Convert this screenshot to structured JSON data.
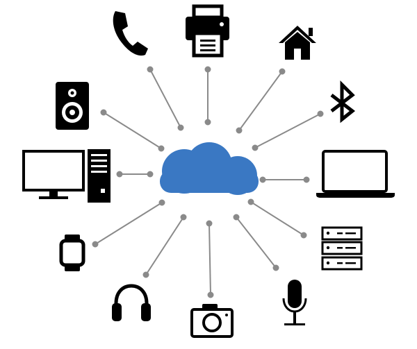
{
  "diagram": {
    "hub": {
      "icon": "cloud-icon",
      "color": "#3a78c3"
    },
    "connector_color": "#8a8a8a",
    "icon_color": "#000000",
    "devices": [
      {
        "name": "phone",
        "icon": "phone-icon"
      },
      {
        "name": "printer",
        "icon": "printer-icon"
      },
      {
        "name": "home",
        "icon": "home-icon"
      },
      {
        "name": "speaker",
        "icon": "speaker-icon"
      },
      {
        "name": "bluetooth",
        "icon": "bluetooth-icon"
      },
      {
        "name": "desktop-computer",
        "icon": "desktop-computer-icon"
      },
      {
        "name": "laptop",
        "icon": "laptop-icon"
      },
      {
        "name": "smartwatch",
        "icon": "smartwatch-icon"
      },
      {
        "name": "server",
        "icon": "server-icon"
      },
      {
        "name": "headphones",
        "icon": "headphones-icon"
      },
      {
        "name": "camera",
        "icon": "camera-icon"
      },
      {
        "name": "microphone",
        "icon": "microphone-icon"
      }
    ]
  }
}
